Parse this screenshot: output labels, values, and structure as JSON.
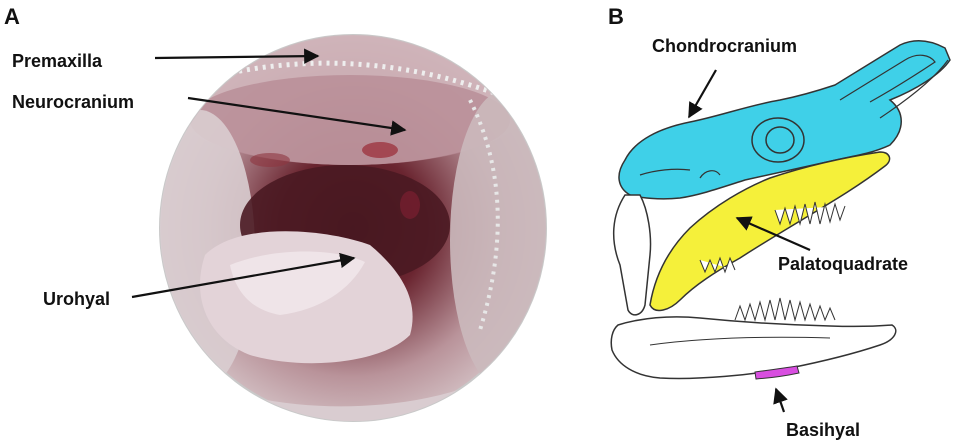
{
  "panel_a": {
    "letter": "A",
    "labels": {
      "premaxilla": "Premaxilla",
      "neurocranium": "Neurocranium",
      "urohyal": "Urohyal"
    }
  },
  "panel_b": {
    "letter": "B",
    "labels": {
      "chondrocranium": "Chondrocranium",
      "palatoquadrate": "Palatoquadrate",
      "basihyal": "Basihyal"
    },
    "colors": {
      "chondrocranium": "#3fd0e8",
      "palatoquadrate": "#f5f03a",
      "basihyal": "#d84ee0",
      "jaw_outline": "#444444"
    }
  }
}
